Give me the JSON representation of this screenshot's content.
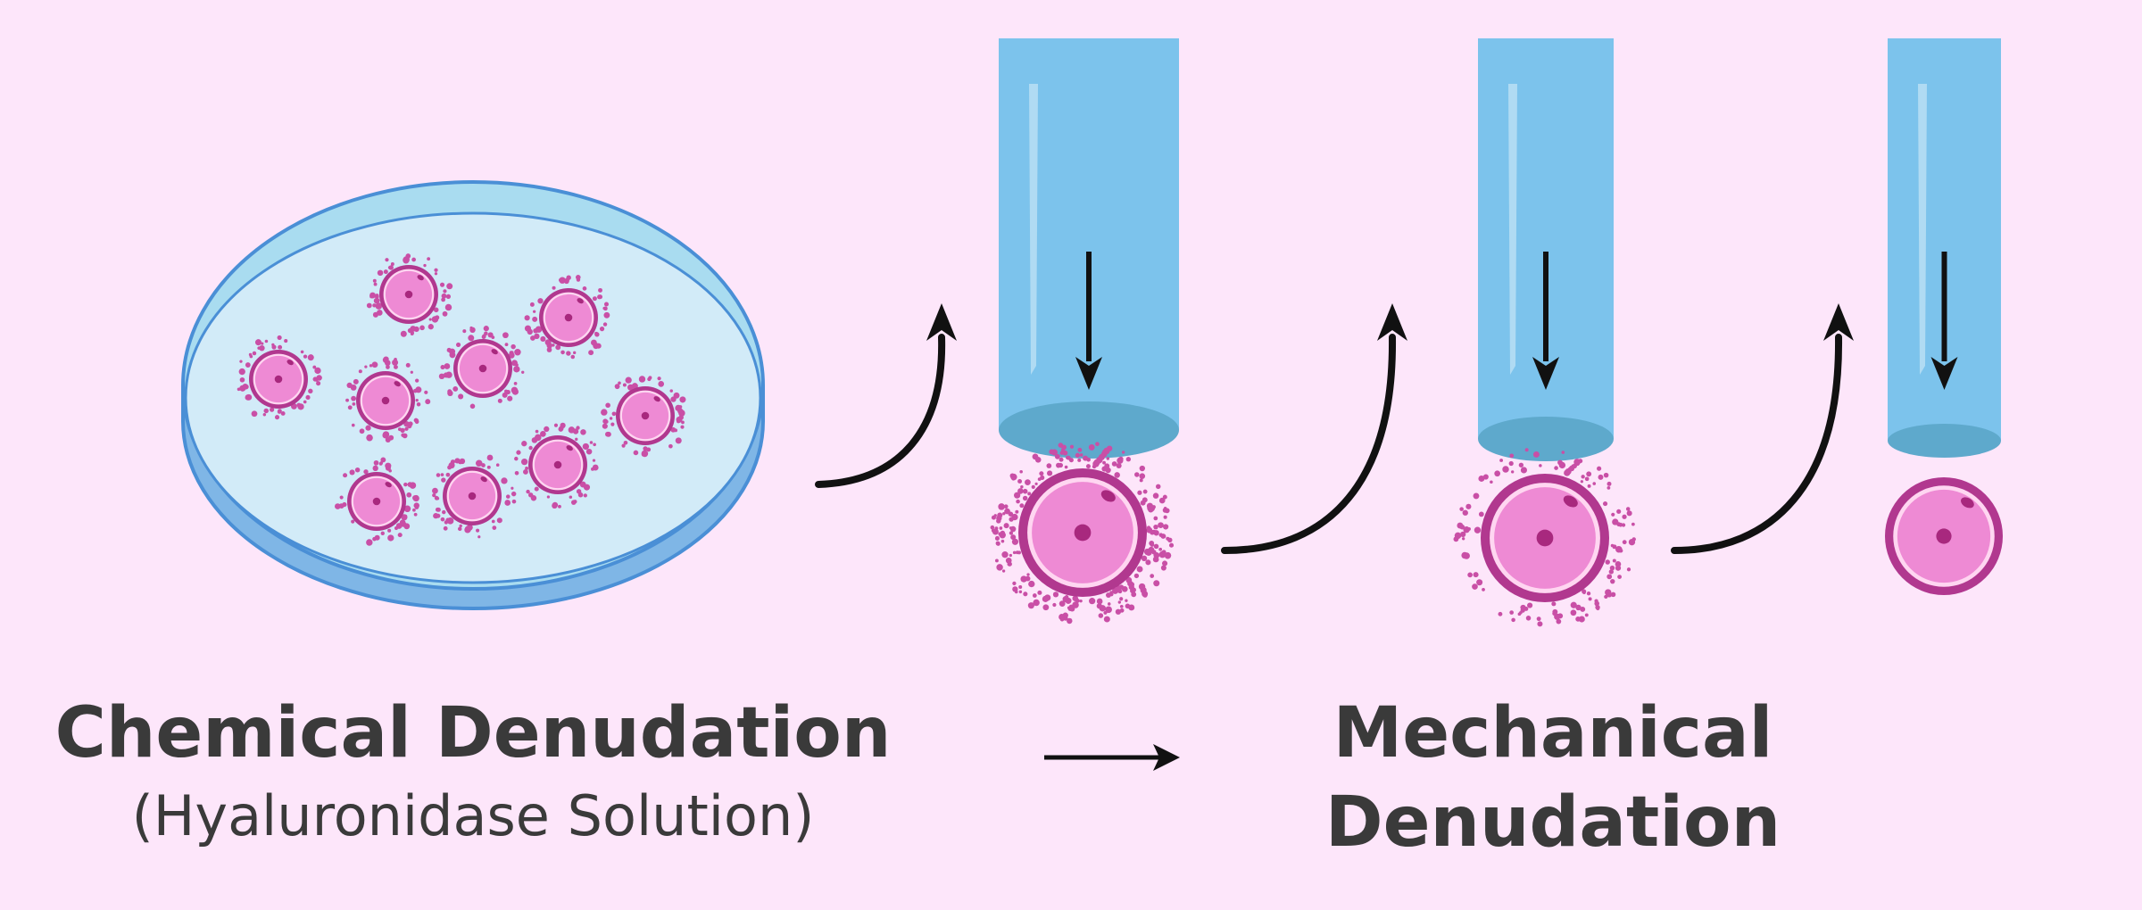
{
  "captions": {
    "chemical_title": "Chemical Denudation",
    "chemical_subtitle": "(Hyaluronidase Solution)",
    "mechanical_title_line1": "Mechanical",
    "mechanical_title_line2": "Denudation"
  },
  "colors": {
    "background": "#fde6fa",
    "dish_fill": "#cfe9f7",
    "dish_rim": "#a9dcf0",
    "dish_side": "#7fb6e6",
    "dish_stroke": "#4a8fd6",
    "pipette": "#7cc3ec",
    "pipette_tip": "#5ea9cc",
    "oocyte_fill": "#ee8ad4",
    "oocyte_ring": "#b1388f",
    "nucleus": "#a8287e",
    "cumulus_dots": "#c94fa6",
    "arrows": "#111111",
    "text": "#3a3a3a"
  },
  "icons": {
    "dish": "petri-dish-icon",
    "pipette": "denudation-pipette-icon",
    "oocyte": "oocyte-icon",
    "flow_arrow": "curved-arrow-icon",
    "down_arrow": "down-arrow-icon",
    "process_arrow": "right-arrow-icon"
  }
}
